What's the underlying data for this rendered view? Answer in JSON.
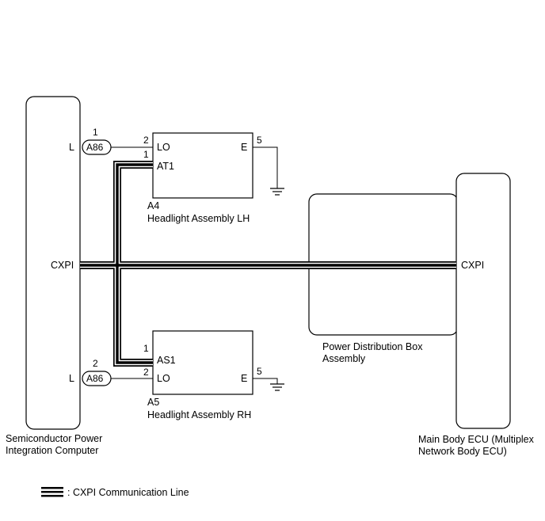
{
  "components": {
    "semiconductor": {
      "line1": "Semiconductor Power",
      "line2": "Integration Computer",
      "pin_cxpi": "CXPI",
      "pin_l1": "L",
      "pin_l2": "L"
    },
    "headlight_lh": {
      "code": "A4",
      "name": "Headlight Assembly LH",
      "pin_lo": "LO",
      "pin_at1": "AT1",
      "pin_e": "E",
      "pin_lo_no": "2",
      "pin_at1_no": "1",
      "pin_e_no": "5"
    },
    "headlight_rh": {
      "code": "A5",
      "name": "Headlight Assembly RH",
      "pin_lo": "LO",
      "pin_as1": "AS1",
      "pin_e": "E",
      "pin_lo_no": "2",
      "pin_as1_no": "1",
      "pin_e_no": "5"
    },
    "power_dist": {
      "line1": "Power Distribution Box",
      "line2": "Assembly"
    },
    "main_ecu": {
      "line1": "Main Body ECU (Multiplex",
      "line2": "Network Body ECU)",
      "pin_cxpi": "CXPI"
    }
  },
  "connectors": {
    "top": {
      "label": "A86",
      "pin": "1"
    },
    "bottom": {
      "label": "A86",
      "pin": "2"
    }
  },
  "legend": {
    "text": ": CXPI Communication Line"
  }
}
